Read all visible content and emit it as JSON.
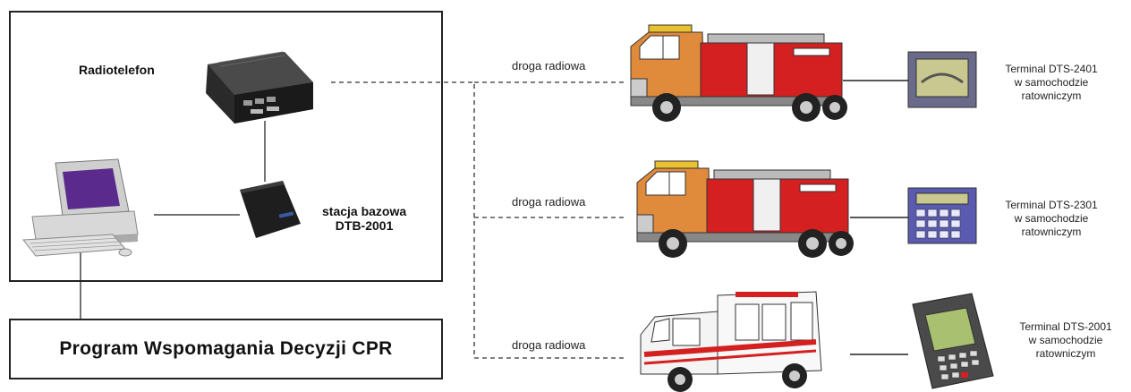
{
  "station": {
    "radio_label": "Radiotelefon",
    "base_label_line1": "stacja bazowa",
    "base_label_line2": "DTB-2001"
  },
  "program": {
    "label": "Program Wspomagania Decyzji CPR"
  },
  "routes": [
    {
      "label": "droga radiowa"
    },
    {
      "label": "droga radiowa"
    },
    {
      "label": "droga radiowa"
    }
  ],
  "terminals": [
    {
      "line1": "Terminal DTS-2401",
      "line2": "w samochodzie",
      "line3": "ratowniczym"
    },
    {
      "line1": "Terminal DTS-2301",
      "line2": "w samochodzie",
      "line3": "ratowniczym"
    },
    {
      "line1": "Terminal DTS-2001",
      "line2": "w samochodzie",
      "line3": "ratowniczym"
    }
  ],
  "icons": [
    "radio-icon",
    "base-station-icon",
    "computer-icon",
    "fire-truck-icon",
    "fire-truck-icon",
    "ambulance-icon",
    "terminal-dts-2401-icon",
    "terminal-dts-2301-icon",
    "terminal-dts-2001-icon"
  ],
  "colors": {
    "truck_orange": "#e08a3c",
    "truck_red": "#d42020",
    "screen_purple": "#5a2a8c",
    "terminal_screen": "#c8c890"
  }
}
